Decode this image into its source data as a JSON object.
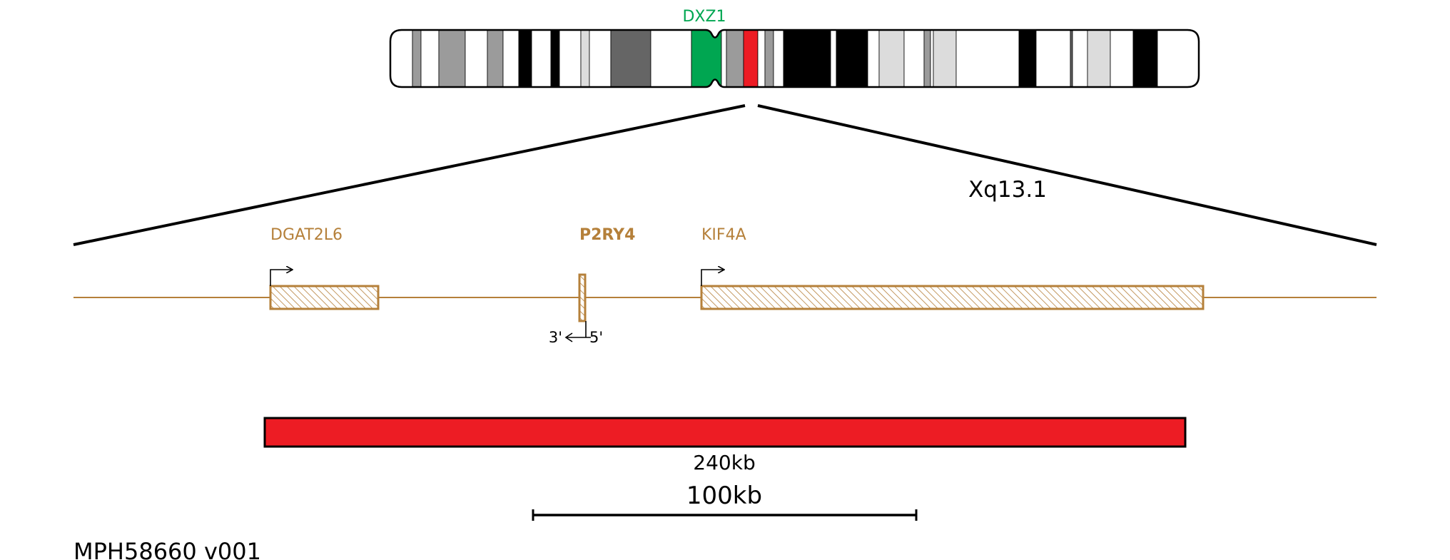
{
  "colors": {
    "centromere": "#00a651",
    "region_band": "#ed1c24",
    "gene": "#b5803a",
    "probe": "#ed1c24",
    "outline": "#000000"
  },
  "chromosome": {
    "centromere_label": "DXZ1",
    "locus": "Xq13.1",
    "bands": [
      {
        "shade": "white"
      },
      {
        "shade": "gray50"
      },
      {
        "shade": "white"
      },
      {
        "shade": "gray40"
      },
      {
        "shade": "white"
      },
      {
        "shade": "gray40"
      },
      {
        "shade": "white"
      },
      {
        "shade": "black"
      },
      {
        "shade": "white"
      },
      {
        "shade": "black"
      },
      {
        "shade": "white"
      },
      {
        "shade": "gray60"
      },
      {
        "shade": "white"
      },
      {
        "shade": "gray25"
      },
      {
        "shade": "white"
      },
      {
        "shade": "centromere"
      },
      {
        "shade": "white"
      },
      {
        "shade": "gray40"
      },
      {
        "shade": "region"
      },
      {
        "shade": "white"
      },
      {
        "shade": "gray50"
      },
      {
        "shade": "white"
      },
      {
        "shade": "black"
      },
      {
        "shade": "white"
      },
      {
        "shade": "black"
      },
      {
        "shade": "white"
      },
      {
        "shade": "gray60"
      },
      {
        "shade": "white"
      },
      {
        "shade": "gray50"
      },
      {
        "shade": "white"
      },
      {
        "shade": "gray60"
      },
      {
        "shade": "white"
      },
      {
        "shade": "black"
      },
      {
        "shade": "white"
      },
      {
        "shade": "gray25"
      },
      {
        "shade": "white"
      },
      {
        "shade": "gray60"
      },
      {
        "shade": "white"
      },
      {
        "shade": "black"
      },
      {
        "shade": "white"
      }
    ]
  },
  "genes": [
    {
      "name": "DGAT2L6",
      "bold": false,
      "strand": "+"
    },
    {
      "name": "P2RY4",
      "bold": true,
      "strand": "-"
    },
    {
      "name": "KIF4A",
      "bold": false,
      "strand": "+"
    }
  ],
  "strand_labels": {
    "three_prime": "3'",
    "five_prime": "5'"
  },
  "probe": {
    "size_label": "240kb"
  },
  "scale_bar": {
    "label": "100kb"
  },
  "product_code": "MPH58660 v001"
}
